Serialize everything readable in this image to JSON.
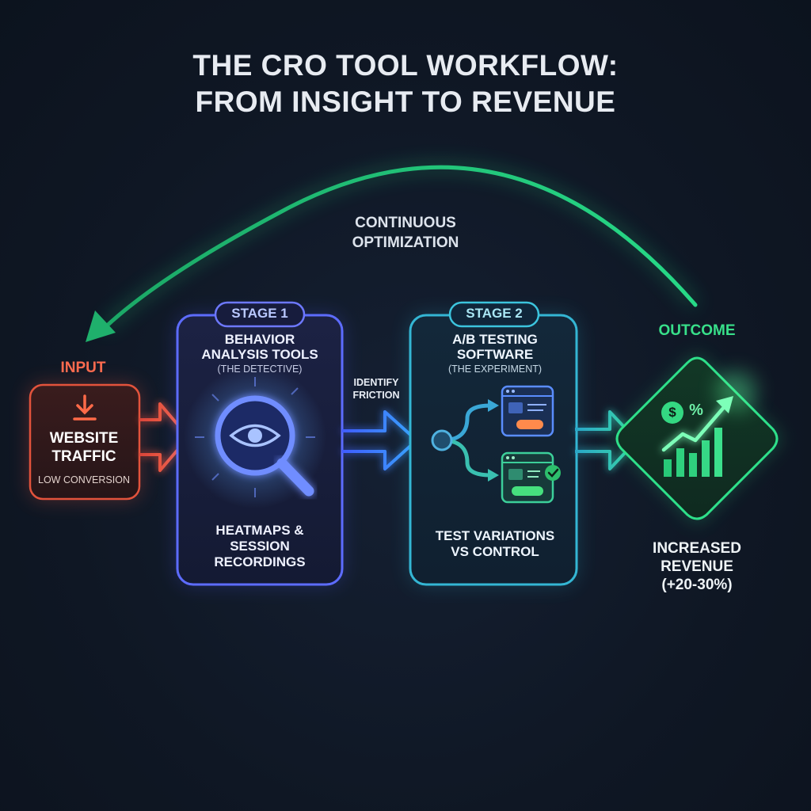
{
  "title": {
    "line1": "THE CRO TOOL WORKFLOW:",
    "line2": "FROM INSIGHT TO REVENUE"
  },
  "loop": {
    "line1": "CONTINUOUS",
    "line2": "OPTIMIZATION",
    "color": "#1fd17a"
  },
  "input": {
    "tag": "INPUT",
    "line1": "WEBSITE",
    "line2": "TRAFFIC",
    "sub": "LOW CONVERSION",
    "icon": "download-icon",
    "color": "#ff5a3c"
  },
  "stage1": {
    "pill": "STAGE 1",
    "title_line1": "BEHAVIOR",
    "title_line2": "ANALYSIS TOOLS",
    "subtitle": "(THE DETECTIVE)",
    "bottom_line1": "HEATMAPS &",
    "bottom_line2": "SESSION",
    "bottom_line3": "RECORDINGS",
    "icon": "magnifier-eye-icon",
    "color": "#5b6cff"
  },
  "connector": {
    "line1": "IDENTIFY",
    "line2": "FRICTION"
  },
  "stage2": {
    "pill": "STAGE 2",
    "title_line1": "A/B TESTING",
    "title_line2": "SOFTWARE",
    "subtitle": "(THE EXPERIMENT)",
    "bottom_line1": "TEST VARIATIONS",
    "bottom_line2": "VS CONTROL",
    "icon": "split-test-icon",
    "color": "#2bb7d6"
  },
  "outcome": {
    "tag": "OUTCOME",
    "line1": "INCREASED",
    "line2": "REVENUE",
    "line3": "(+20-30%)",
    "dollar": "$",
    "percent": "%",
    "icon": "growth-chart-icon",
    "color": "#25d67e"
  }
}
